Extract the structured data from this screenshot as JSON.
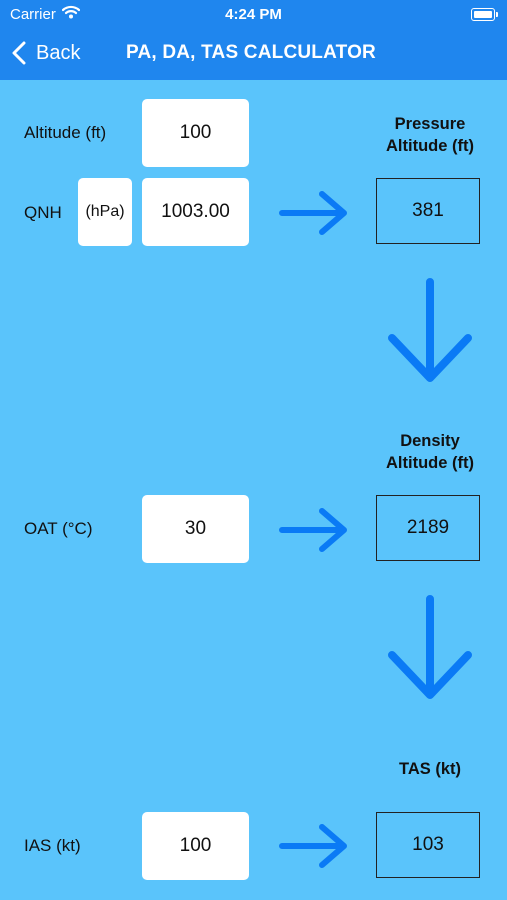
{
  "status_bar": {
    "carrier": "Carrier",
    "time": "4:24 PM"
  },
  "nav": {
    "back_label": "Back",
    "title": "PA, DA, TAS CALCULATOR"
  },
  "inputs": {
    "altitude": {
      "label": "Altitude (ft)",
      "value": "100"
    },
    "qnh": {
      "label": "QNH",
      "unit": "(hPa)",
      "value": "1003.00"
    },
    "oat": {
      "label": "OAT (°C)",
      "value": "30"
    },
    "ias": {
      "label": "IAS (kt)",
      "value": "100"
    }
  },
  "results": {
    "pressure_altitude": {
      "title_line1": "Pressure",
      "title_line2": "Altitude (ft)",
      "value": "381"
    },
    "density_altitude": {
      "title_line1": "Density",
      "title_line2": "Altitude (ft)",
      "value": "2189"
    },
    "tas": {
      "title": "TAS (kt)",
      "value": "103"
    }
  },
  "colors": {
    "background": "#5ac4fb",
    "nav": "#1f86ee",
    "arrow": "#0a7af5"
  }
}
